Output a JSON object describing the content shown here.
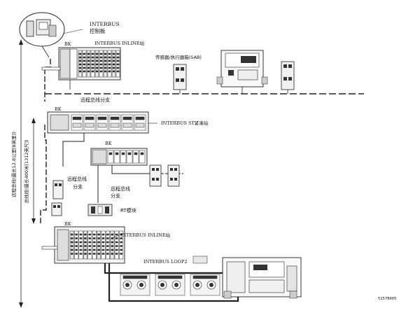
{
  "labels": {
    "control_board_en": "INTERBUS",
    "control_board_cn": "控制板",
    "bk1": "BK",
    "inline_top": "INTERBUS INLINE站",
    "sensor_box": "传感器/执行器箱(SAB)",
    "remote_branch_1": "远程总线分支",
    "bk2": "BK",
    "st_station": "INTERBUS ST紧凑站",
    "bk3": "BK",
    "remote_branch_2a": "远程总线",
    "remote_branch_2b": "分支",
    "remote_branch_3a": "远程总线",
    "remote_branch_3b": "分支",
    "rt_module": "RT模块",
    "bk4": "BK",
    "inline_bottom": "INTERBUS INLINE站",
    "loop2": "INTERBUS LOOP2",
    "figure_code": "5157B005",
    "vertical_outer": "远程总线(最长12.8公里[8英里])",
    "vertical_inner": "总线段(最长400米[1312英尺])"
  }
}
